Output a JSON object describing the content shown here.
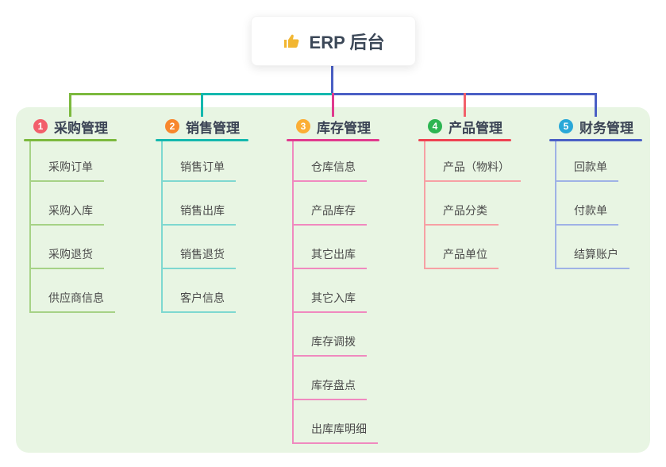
{
  "root": {
    "label": "ERP 后台",
    "icon": "thumbs-up-icon"
  },
  "theme": {
    "canvas_bg": "#ffffff",
    "panel_bg": "#e8f5e3",
    "root_card_bg": "#ffffff",
    "title_text_color": "#3b4455",
    "child_text_color": "#4b4b4b"
  },
  "connectors": {
    "root_drop": "#4a5fc5",
    "bus_segments": [
      "#7cb93e",
      "#14b8ae",
      "#4a5fc5"
    ],
    "drops": [
      "#7cb93e",
      "#14b8ae",
      "#e03a8e",
      "#f2606a",
      "#4a5fc5"
    ]
  },
  "branches": [
    {
      "number": "1",
      "label": "采购管理",
      "badge_color": "#f25f6b",
      "line_color": "#7cb93e",
      "child_line_color": "#a6d286",
      "children": [
        "采购订单",
        "采购入库",
        "采购退货",
        "供应商信息"
      ]
    },
    {
      "number": "2",
      "label": "销售管理",
      "badge_color": "#f8872d",
      "line_color": "#14b8ae",
      "child_line_color": "#7ed8d0",
      "children": [
        "销售订单",
        "销售出库",
        "销售退货",
        "客户信息"
      ]
    },
    {
      "number": "3",
      "label": "库存管理",
      "badge_color": "#fbae35",
      "line_color": "#e03a8e",
      "child_line_color": "#f089bf",
      "children": [
        "仓库信息",
        "产品库存",
        "其它出库",
        "其它入库",
        "库存调拨",
        "库存盘点",
        "出库库明细"
      ]
    },
    {
      "number": "4",
      "label": "产品管理",
      "badge_color": "#2db552",
      "line_color": "#ef4252",
      "child_line_color": "#f7a0a4",
      "children": [
        "产品（物料）",
        "产品分类",
        "产品单位"
      ]
    },
    {
      "number": "5",
      "label": "财务管理",
      "badge_color": "#29a8d8",
      "line_color": "#4a5fc5",
      "child_line_color": "#9fb2e6",
      "children": [
        "回款单",
        "付款单",
        "结算账户"
      ]
    }
  ]
}
